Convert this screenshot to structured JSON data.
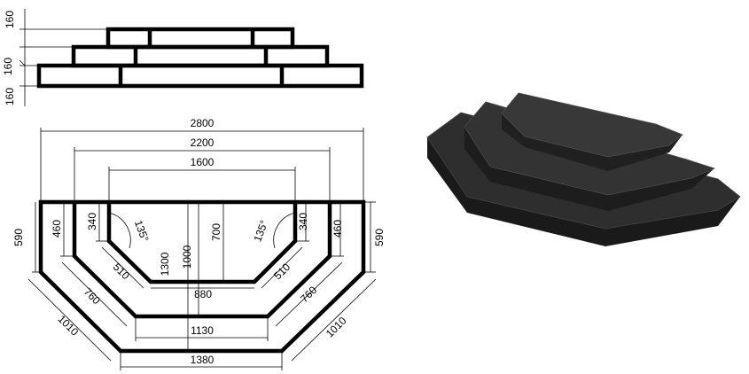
{
  "colors": {
    "ink": "#000000",
    "paper": "#ffffff",
    "stone_top": "#2b2b2b",
    "stone_side": "#1c1c1c",
    "stone_edge": "#444444"
  },
  "side_view": {
    "heights": [
      "160",
      "160",
      "160"
    ]
  },
  "plan_view": {
    "widths": [
      "2800",
      "2200",
      "1600"
    ],
    "bottoms": [
      "880",
      "1130",
      "1380"
    ],
    "left_heights": [
      "590",
      "460",
      "340"
    ],
    "right_heights": [
      "340",
      "460",
      "590"
    ],
    "diagonals_left": [
      "510",
      "760",
      "1010"
    ],
    "diagonals_right": [
      "510",
      "760",
      "1010"
    ],
    "depths": [
      "1300",
      "1000",
      "700"
    ],
    "angles": [
      "135°",
      "135°"
    ]
  }
}
